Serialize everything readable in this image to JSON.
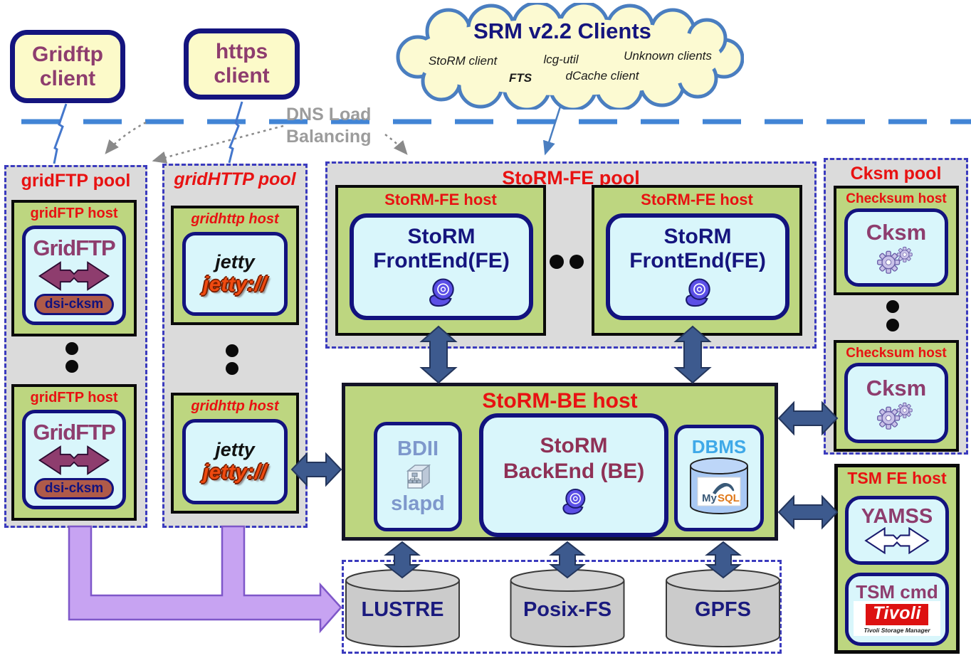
{
  "colors": {
    "client_yellow": "#FCFAC9",
    "navy_border": "#12127E",
    "purple_text": "#8E3D6E",
    "pool_gray": "#DBDBDB",
    "pool_border_blue": "#3B3BBE",
    "red_label": "#E81212",
    "host_green": "#BDD680",
    "panel_blue": "#D9F6FB",
    "maroon_text": "#8F3156",
    "steel_blue": "#7E98CC",
    "sky_blue": "#3FA9E8",
    "arrow_navy": "#3D5A8E",
    "arrow_purple": "#C7A3F2",
    "network_line_blue": "#4285D6",
    "dns_gray": "#9C9C9C",
    "jetty_orange": "#F04A10",
    "tivoli_red": "#DD1111",
    "dsi_pill_brown": "#AF5A49",
    "storage_gray": "#CBCBCB",
    "storm_logo_blue": "#5B4FE6"
  },
  "clients": {
    "gridftp_client": {
      "line1": "Gridftp",
      "line2": "client"
    },
    "https_client": {
      "line1": "https",
      "line2": "client"
    },
    "srm_cloud": {
      "title": "SRM v2.2 Clients",
      "items": [
        "StoRM client",
        "lcg-util",
        "Unknown clients",
        "FTS",
        "dCache client"
      ]
    }
  },
  "network": {
    "dns_label_line1": "DNS Load",
    "dns_label_line2": "Balancing"
  },
  "pools": {
    "gridftp": {
      "title": "gridFTP pool",
      "host_title": "gridFTP host",
      "app_name": "GridFTP",
      "plugin_label": "dsi-cksm"
    },
    "gridhttp": {
      "title": "gridHTTP pool",
      "host_title": "gridhttp host",
      "app_name": "jetty",
      "logo_text": "jetty://"
    },
    "storm_fe": {
      "title": "StoRM-FE pool",
      "host_title": "StoRM-FE host",
      "app_line1": "StoRM",
      "app_line2": "FrontEnd(FE)"
    },
    "cksm": {
      "title": "Cksm pool",
      "host_title": "Checksum host",
      "app_name": "Cksm"
    }
  },
  "be_host": {
    "title": "StoRM-BE host",
    "bdii": {
      "name": "BDII",
      "daemon": "slapd"
    },
    "backend": {
      "line1": "StoRM",
      "line2": "BackEnd (BE)"
    },
    "dbms": {
      "name": "DBMS",
      "brand_my": "My",
      "brand_sql": "SQL"
    }
  },
  "tsm_host": {
    "title": "TSM FE host",
    "yamss_label": "YAMSS",
    "tsm_cmd_label": "TSM cmd",
    "tivoli_brand": "Tivoli",
    "tivoli_caption": "Tivoli Storage Manager"
  },
  "storage": {
    "volumes": [
      "LUSTRE",
      "Posix-FS",
      "GPFS"
    ]
  }
}
